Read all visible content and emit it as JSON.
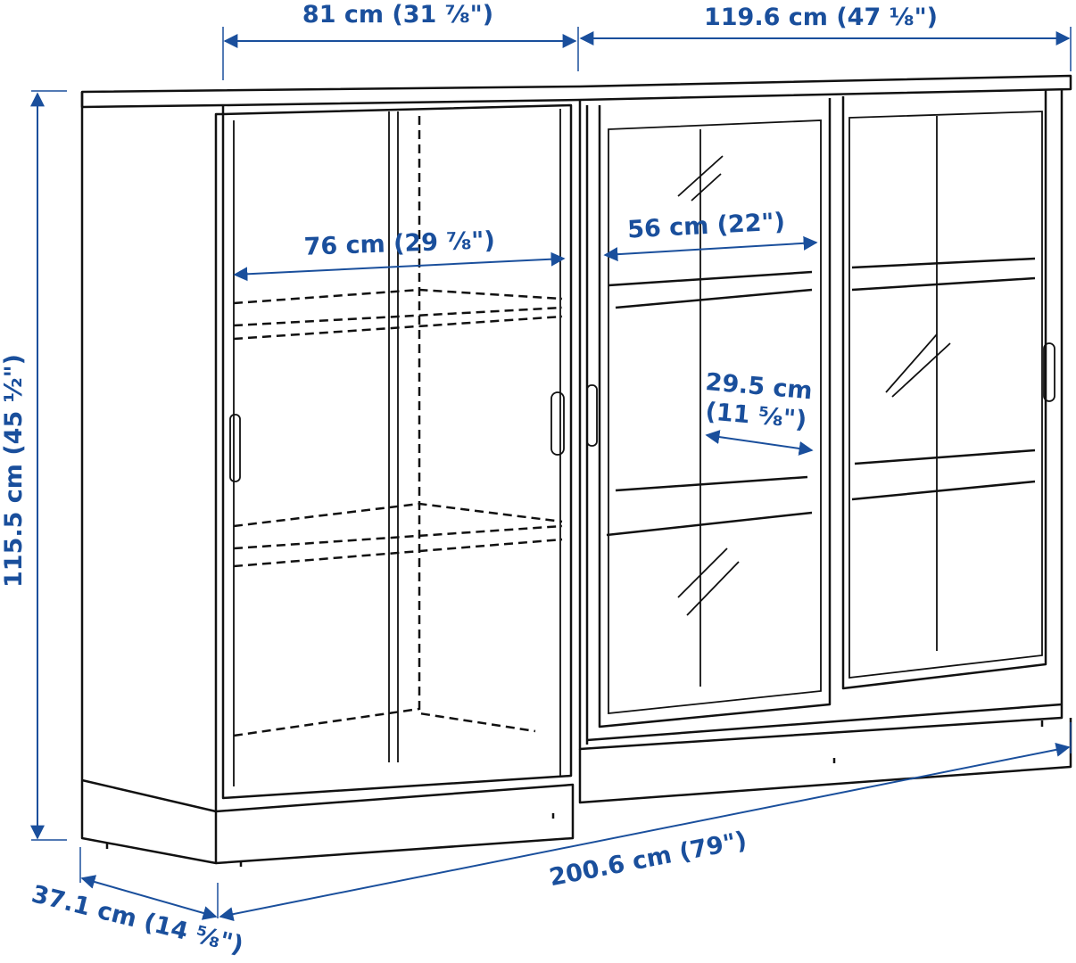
{
  "dimensions": {
    "left_width": "81 cm (31 ⅞\")",
    "right_width": "119.6 cm (47 ⅛\")",
    "left_inner_width": "76 cm (29 ⅞\")",
    "right_inner_width": "56 cm (22\")",
    "shelf_spacing_line1": "29.5 cm",
    "shelf_spacing_line2": "(11 ⅝\")",
    "height": "115.5 cm (45 ½\")",
    "total_width": "200.6 cm (79\")",
    "depth": "37.1 cm (14 ⅝\")"
  },
  "colors": {
    "dimension": "#1a4f9c",
    "line": "#111111"
  }
}
